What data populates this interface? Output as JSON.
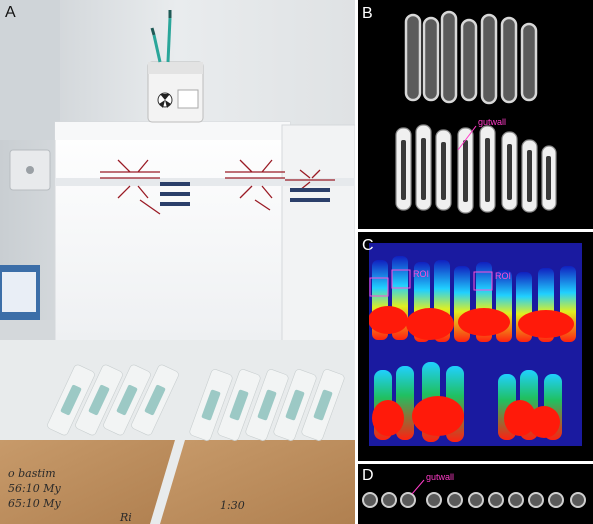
{
  "figure": {
    "panels": {
      "a": {
        "letter": "A"
      },
      "b": {
        "letter": "B",
        "annotation": "gutwall"
      },
      "c": {
        "letter": "C",
        "roi_labels": [
          "ROI",
          "ROI"
        ]
      },
      "d": {
        "letter": "D",
        "annotation": "gutwall"
      }
    },
    "photo_handwriting": [
      "o bastim",
      "56:10 My",
      "65:10 My",
      "1:30",
      "Ri"
    ],
    "colors": {
      "heatmap_low": "#1020c0",
      "heatmap_mid": "#20d0ff",
      "heatmap_high": "#ff2010",
      "annotation": "#ff3cc8",
      "backgrounds": "#000000"
    }
  }
}
